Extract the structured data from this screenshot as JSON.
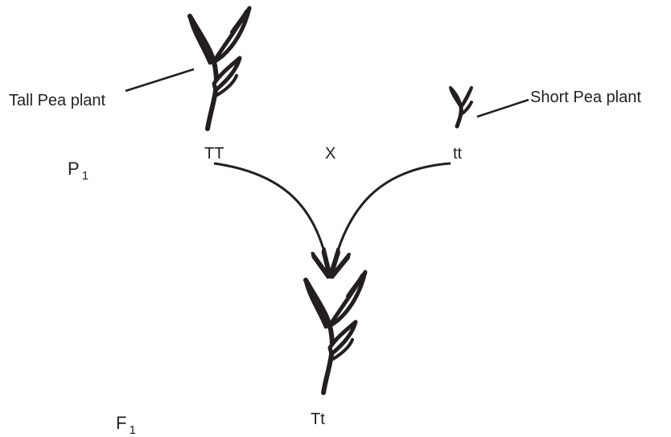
{
  "parents": {
    "tall_label": "Tall Pea plant",
    "short_label": "Short Pea plant",
    "tall_genotype": "TT",
    "short_genotype": "tt",
    "cross_symbol": "X"
  },
  "generations": {
    "p1_letter": "P",
    "p1_sub": "1",
    "f1_letter": "F",
    "f1_sub": "1"
  },
  "offspring": {
    "genotype": "Tt"
  },
  "colors": {
    "ink": "#231f20",
    "background": "#ffffff"
  },
  "icons": [
    "tall-pea-plant-icon",
    "short-pea-plant-icon",
    "offspring-pea-plant-icon"
  ]
}
